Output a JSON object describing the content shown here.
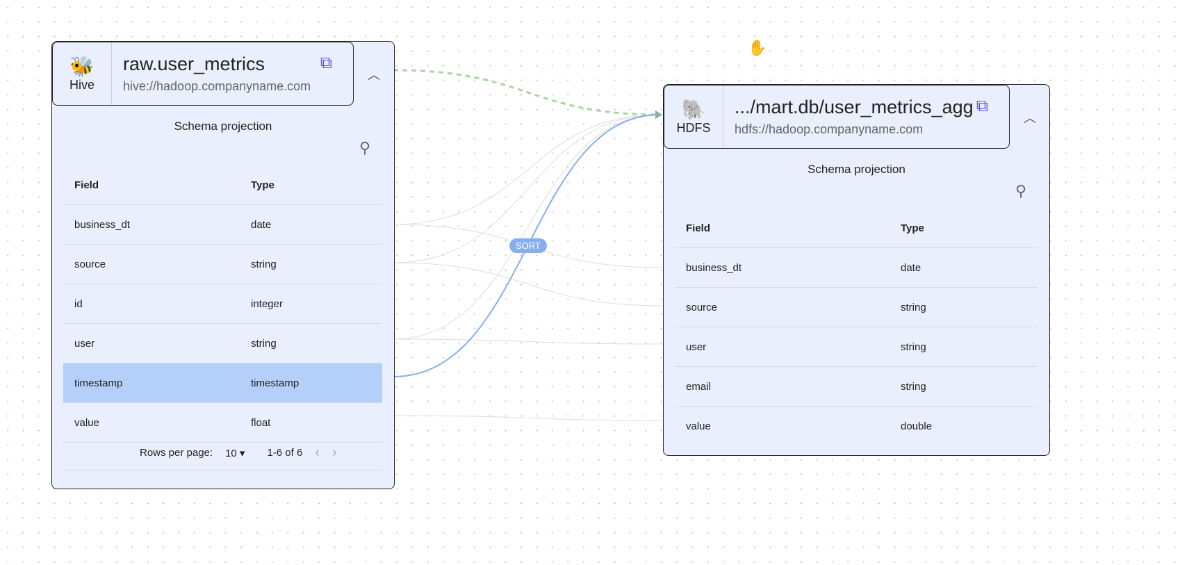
{
  "source": {
    "kind": "Hive",
    "name": "raw.user_metrics",
    "uri": "hive://hadoop.companyname.com",
    "section": "Schema projection",
    "columns": [
      "Field",
      "Type"
    ],
    "rows": [
      [
        "business_dt",
        "date"
      ],
      [
        "source",
        "string"
      ],
      [
        "id",
        "integer"
      ],
      [
        "user",
        "string"
      ],
      [
        "timestamp",
        "timestamp"
      ],
      [
        "value",
        "float"
      ]
    ],
    "rows_per_page_label": "Rows per page:",
    "rows_per_page": "10",
    "range": "1-6 of 6"
  },
  "target": {
    "kind": "HDFS",
    "name": ".../mart.db/user_metrics_agg",
    "uri": "hdfs://hadoop.companyname.com",
    "section": "Schema projection",
    "columns": [
      "Field",
      "Type"
    ],
    "rows": [
      [
        "business_dt",
        "date"
      ],
      [
        "source",
        "string"
      ],
      [
        "user",
        "string"
      ],
      [
        "email",
        "string"
      ],
      [
        "value",
        "double"
      ]
    ]
  },
  "edge_label": "SORT",
  "colors": {
    "accent": "#86aef0",
    "selected": "#b4cffa",
    "dataset_edge": "#a8d5a0",
    "link": "#5a4fe0"
  }
}
